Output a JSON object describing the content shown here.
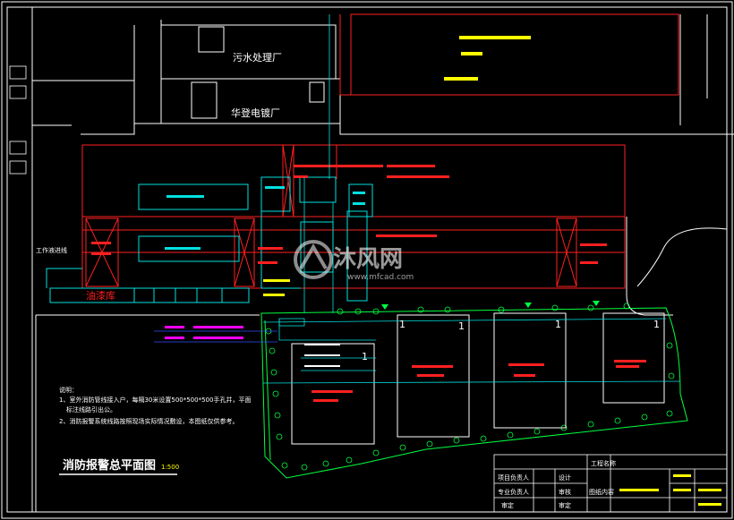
{
  "drawing": {
    "title": "消防报警总平面图",
    "scale": "1:500",
    "labels": {
      "sewage_plant": "污水处理厂",
      "electroplating_plant": "华登电镀厂",
      "oil_depot": "油漆库",
      "entry_lbl": "工作液进线"
    },
    "tank_numbers": [
      "1",
      "1",
      "1",
      "1",
      "1"
    ],
    "notes_title": "说明：",
    "note_lines": [
      "1、室外消防管线接入户，每隔30米设置500*500*500手孔井，平面",
      "标注线路引出公。",
      "2、消防报警系统线路按照现场实际情况敷设，本图纸仅供参考。"
    ],
    "title_block": {
      "row1": [
        "",
        "",
        "工程名称",
        ""
      ],
      "row2": [
        "项目负责人",
        "设计",
        "",
        ""
      ],
      "row3": [
        "专业负责人",
        "审核",
        "图纸内容",
        ""
      ],
      "row4": [
        "审定",
        "审定",
        "",
        ""
      ]
    },
    "watermark": "沐风网",
    "watermark_url": "www.mfcad.com"
  },
  "colors": {
    "background": "#000000",
    "red": "#ff2020",
    "white": "#ffffff",
    "cyan": "#00e0e0",
    "green": "#00ff40",
    "yellow": "#ffff00",
    "magenta": "#ff00ff",
    "blue": "#3050ff"
  }
}
